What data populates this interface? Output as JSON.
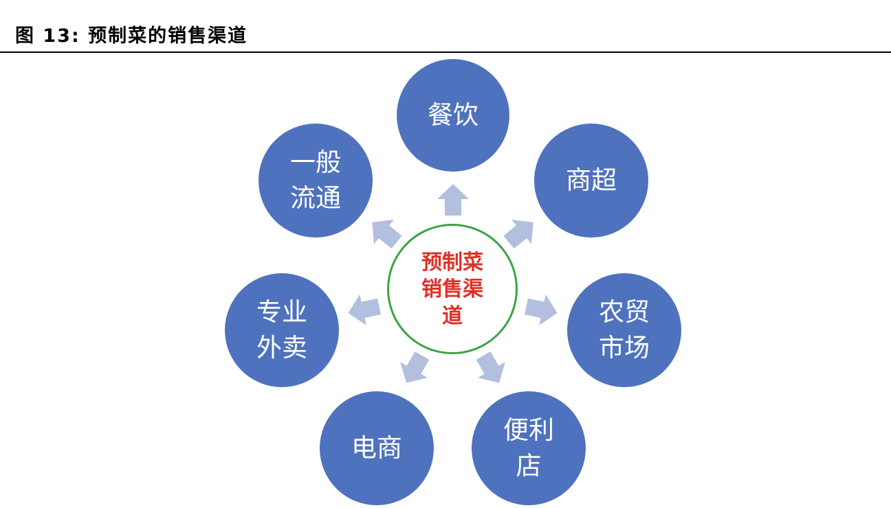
{
  "figure": {
    "title": "图 13:  预制菜的销售渠道"
  },
  "center": {
    "lines": [
      "预制菜",
      "销售渠",
      "道"
    ],
    "text_color": "#e03027",
    "ring_color": "#3aa34a"
  },
  "channels": [
    {
      "id": "dining",
      "lines": [
        "餐饮"
      ]
    },
    {
      "id": "supermarket",
      "lines": [
        "商超"
      ]
    },
    {
      "id": "farmers-market",
      "lines": [
        "农贸",
        "市场"
      ]
    },
    {
      "id": "convenience-store",
      "lines": [
        "便利",
        "店"
      ]
    },
    {
      "id": "ecommerce",
      "lines": [
        "电商"
      ]
    },
    {
      "id": "takeaway",
      "lines": [
        "专业",
        "外卖"
      ]
    },
    {
      "id": "general-distribution",
      "lines": [
        "一般",
        "流通"
      ]
    }
  ],
  "colors": {
    "node_fill": "#4f72be",
    "arrow_fill": "#b3bfde"
  }
}
